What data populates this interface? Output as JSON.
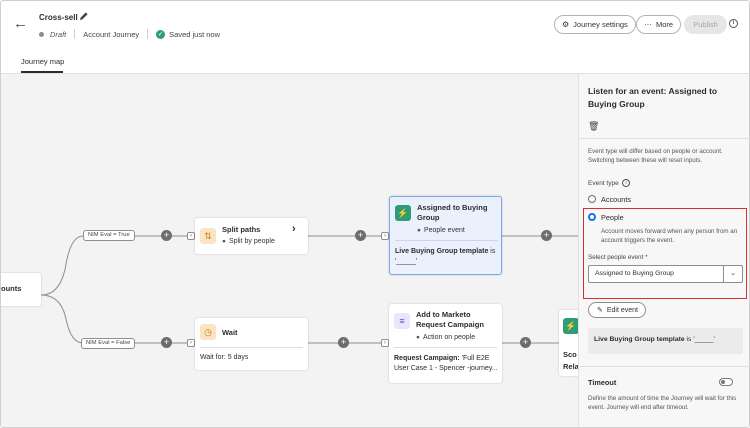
{
  "header": {
    "title": "Cross-sell",
    "status": "Draft",
    "journey_type": "Account Journey",
    "save_status": "Saved just now",
    "journey_settings_label": "Journey settings",
    "more_label": "More",
    "publish_label": "Publish"
  },
  "tabs": [
    {
      "label": "Journey map"
    }
  ],
  "canvas": {
    "start_node_label": "ounts",
    "edge_true_label": "NIM Eval = True",
    "edge_false_label": "NIM Eval = False",
    "split_node": {
      "title": "Split paths",
      "subtitle": "Split by people"
    },
    "wait_node": {
      "title": "Wait",
      "body": "Wait for: 5 days"
    },
    "event_node": {
      "title": "Assigned to Buying Group",
      "subtitle": "People event",
      "body_bold": "Live Buying Group template",
      "body_rest": " is",
      "body_value": "'_____'"
    },
    "marketo_node": {
      "title": "Add to Marketo Request Campaign",
      "subtitle": "Action on people",
      "body_bold": "Request Campaign:",
      "body_rest": " 'Full E2E User Case 1 - Spencer -journey..."
    },
    "partial_node": {
      "title_1": "Sco",
      "title_2": "Rela"
    },
    "colors": {
      "event_icon": "#2d9d78",
      "split_icon": "#e8a33d",
      "wait_icon": "#e8a33d",
      "marketo_icon": "#5151d3"
    }
  },
  "panel": {
    "title": "Listen for an event: Assigned to Buying Group",
    "help_text": "Event type will differ based on people or account. Switching between these will reset inputs.",
    "event_type_label": "Event type",
    "option_accounts": "Accounts",
    "option_people": "People",
    "people_desc": "Account moves forward when any person from an account triggers the event.",
    "select_label": "Select people event",
    "select_value": "Assigned to Buying Group",
    "edit_event_label": "Edit event",
    "condition_bold": "Live Buying Group template",
    "condition_rest": " is '_____'",
    "timeout_label": "Timeout",
    "timeout_desc": "Define the amount of time the Journey will wait for this event. Journey will end after timeout.",
    "accent_color": "#1473e6",
    "highlight_color": "#d63030"
  }
}
